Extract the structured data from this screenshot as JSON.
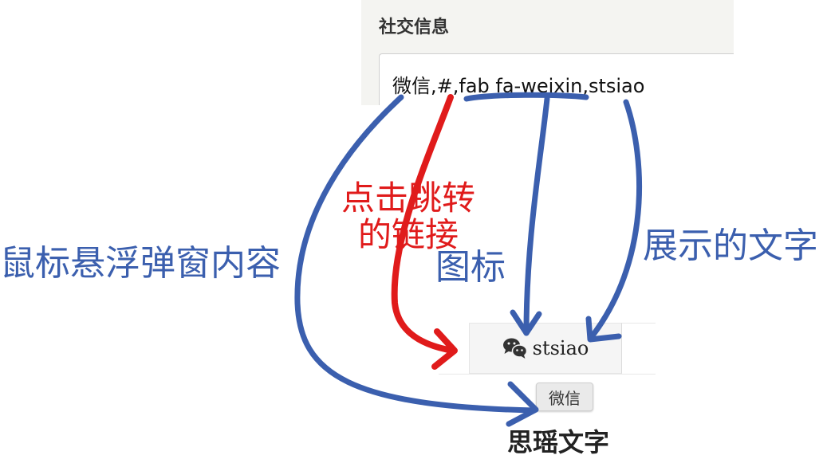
{
  "panel": {
    "title": "社交信息",
    "input_value": "微信,#,fab fa-weixin,stsiao"
  },
  "preview": {
    "icon": "weixin-icon",
    "text": "stsiao",
    "tooltip": "微信"
  },
  "annotations": {
    "popup_content": "鼠标悬浮弹窗内容",
    "link_line1": "点击跳转",
    "link_line2": "的链接",
    "icon": "图标",
    "display_text": "展示的文字"
  },
  "next_section_heading": "思瑶文字",
  "colors": {
    "annotation_blue": "#3b5fae",
    "annotation_red": "#e01b1b",
    "panel_bg": "#f4f4f1"
  }
}
